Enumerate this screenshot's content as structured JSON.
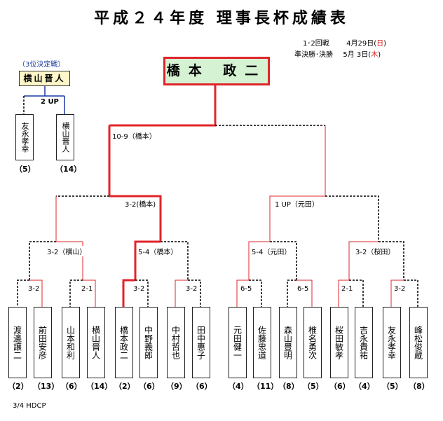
{
  "title": "平成２４年度 理事長杯成績表",
  "schedule": {
    "line1": {
      "label": "1･2回戦",
      "date": "4月29日",
      "weekday": "日"
    },
    "line2": {
      "label": "準決勝･決勝",
      "date": "5月 3日",
      "weekday": "木"
    }
  },
  "winner": "橋本 政二",
  "third_place": {
    "label": "（3位決定戦）",
    "winner": "横山晋人",
    "score": "2 UP",
    "players": [
      {
        "name": "友永孝幸",
        "handicap": "（5）"
      },
      {
        "name": "横山晋人",
        "handicap": "（14）"
      }
    ]
  },
  "players": [
    {
      "name": "渡邊譲二",
      "handicap": "（2）"
    },
    {
      "name": "前田安彦",
      "handicap": "（13）"
    },
    {
      "name": "山本和利",
      "handicap": "（6）"
    },
    {
      "name": "横山晋人",
      "handicap": "（14）"
    },
    {
      "name": "橋本政二",
      "handicap": "（2）"
    },
    {
      "name": "中野義郎",
      "handicap": "（6）"
    },
    {
      "name": "中村哲也",
      "handicap": "（9）"
    },
    {
      "name": "田中惠子",
      "handicap": "（6）"
    },
    {
      "name": "元田健一",
      "handicap": "（4）"
    },
    {
      "name": "佐藤忠道",
      "handicap": "（11）"
    },
    {
      "name": "森山豊明",
      "handicap": "（8）"
    },
    {
      "name": "椎名勇次",
      "handicap": "（5）"
    },
    {
      "name": "桜田敏孝",
      "handicap": "（6）"
    },
    {
      "name": "吉永貴祐",
      "handicap": "（4）"
    },
    {
      "name": "友永孝幸",
      "handicap": "（5）"
    },
    {
      "name": "峰松俊蔵",
      "handicap": "（8）"
    }
  ],
  "scores": {
    "round1": [
      "3-2",
      "2-1",
      "3-2",
      "3-2",
      "6-5",
      "6-5",
      "2-1",
      "3-2"
    ],
    "quarterfinal": [
      "3-2（横山）",
      "5-4（橋本）",
      "5-4（元田）",
      "3-2（桜田）"
    ],
    "semifinal": [
      "3-2(橋本)",
      "1 UP（元田）"
    ],
    "final": "10-9（橋本）"
  },
  "footnote": "3/4 HDCP"
}
